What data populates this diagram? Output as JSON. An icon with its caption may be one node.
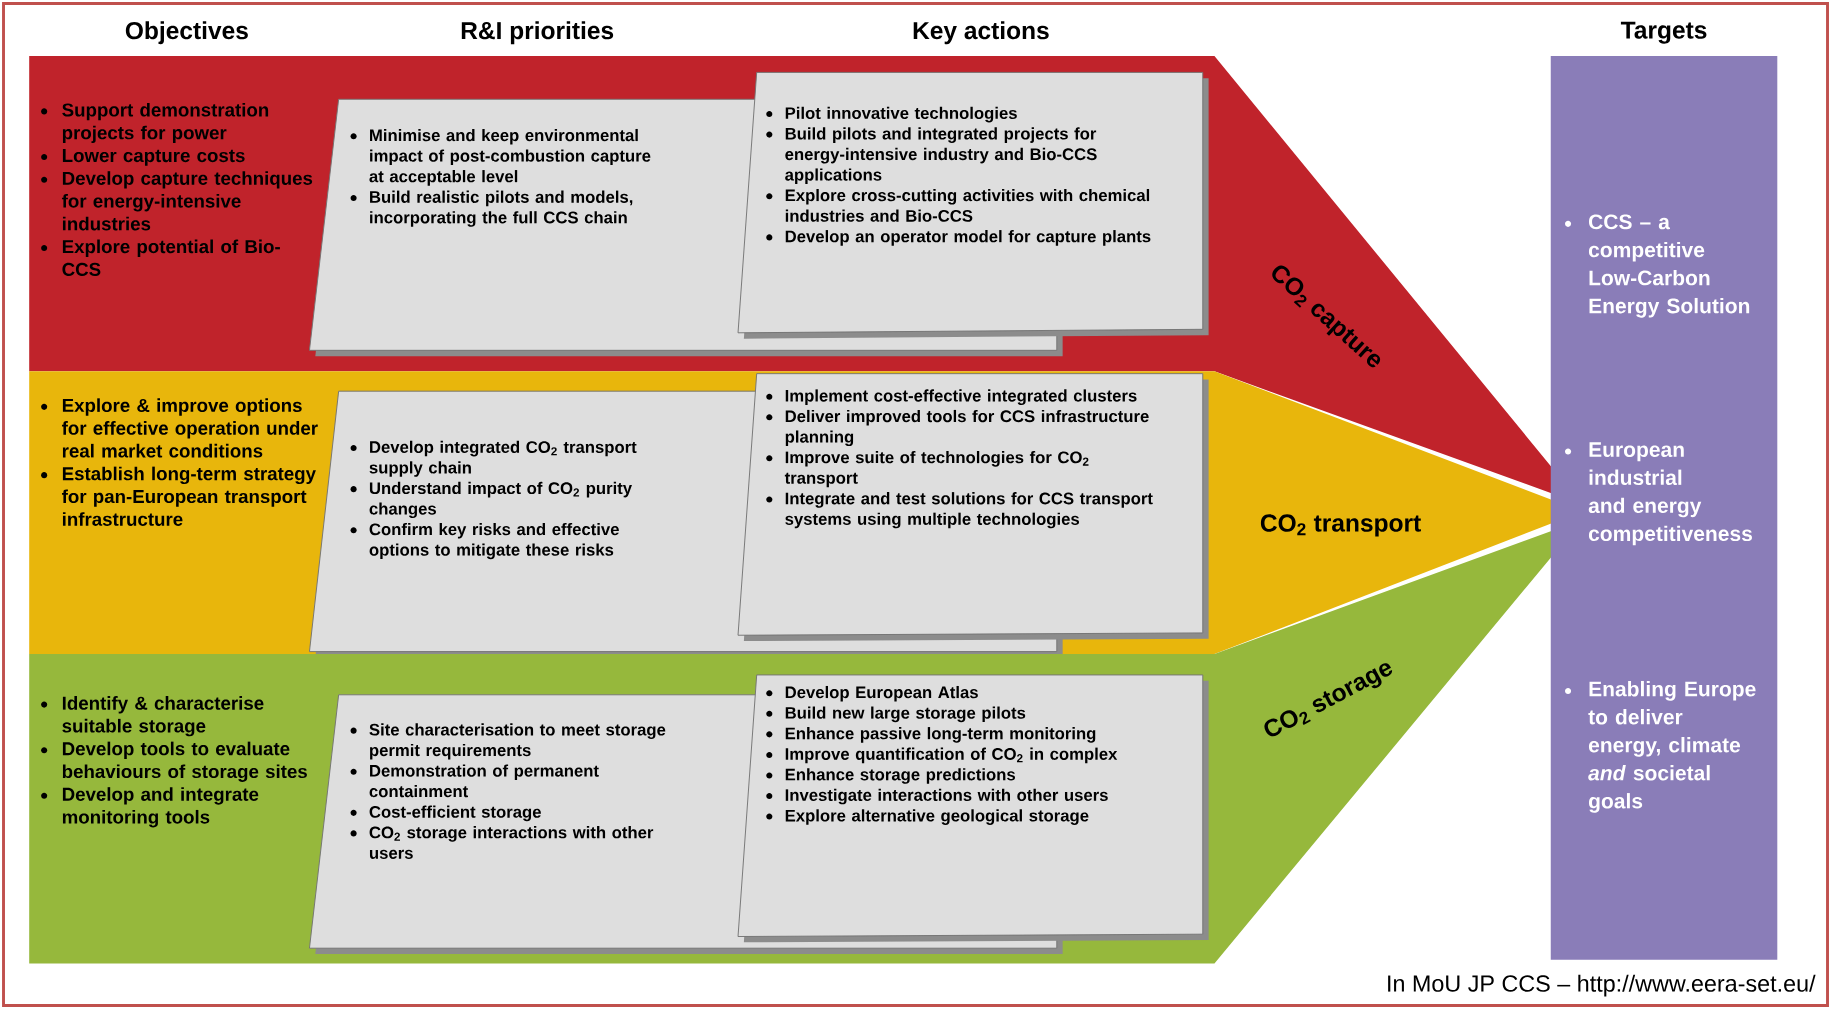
{
  "diagram": {
    "nodes": [
      {
        "text": [
          "Support demonstration projects for power",
          "Lower capture costs",
          "Develop capture techniques for energy-intensive industries",
          "Explore potential of Bio-CCS",
          "CO$_{2}$ capture"
        ]
      },
      {
        "text": [
          "Minimise and keep environmental impact of post-combustion capture at acceptable level",
          "Build realistic pilots and models, incorporating the full CCS chain"
        ],
        "in": 0
      },
      {
        "text": [
          "Pilot innovative technologies",
          "Build pilots and integrated projects for energy-intensive industry and Bio-CCS applications",
          "Explore cross-cutting activities with chemical industries and Bio-CCS",
          "Develop an operator model for capture plants"
        ],
        "in": 0
      },
      {
        "text": [
          "Explore & improve options for effective operation under real market conditions",
          "Establish long-term strategy for pan-European transport infrastructure",
          "CO$_{2}$ transport"
        ]
      },
      {
        "text": [
          "Develop integrated CO$_{2}$ transport supply chain",
          "Understand impact of CO$_{2}$ purity changes",
          "Confirm key risks and effective options to mitigate these risks"
        ],
        "in": 3
      },
      {
        "text": [
          "Implement cost-effective integrated clusters",
          "Deliver improved tools for CCS infrastructure planning",
          "Improve suite of technologies for CO$_{2}$ transport",
          "Integrate and test solutions for CCS transport systems using multiple technologies"
        ],
        "in": 3
      },
      {
        "text": [
          "Identify & characterise suitable storage",
          "Develop tools to evaluate behaviours of storage sites",
          "Develop and integrate monitoring tools",
          "CO$_{2}$ storage"
        ]
      },
      {
        "text": [
          "Site characterisation to meet storage permit requirements",
          "Demonstration of permanent containment",
          "Cost-efficient storage",
          "CO$_{2}$ storage interactions with other users"
        ],
        "in": 6
      },
      {
        "text": [
          "Develop European Atlas",
          "Build new large storage pilots",
          "Enhance passive long-term monitoring",
          "Improve quantification of CO$_{2}$ in complex",
          "Enhance storage predictions",
          "Investigate interactions with other users",
          "Explore alternative geological storage"
        ],
        "in": 6
      },
      {
        "text": [
          "CCS – a competitive Low-Carbon Energy Solution",
          "European industrial and energy competitiveness",
          "Enabling Europe to deliver energy, climate *and* societal goals"
        ]
      }
    ],
    "labels": [
      "Objectives",
      "R&I priorities",
      "Key actions",
      "Targets",
      "In MoU JP CCS – http://www.eera-set.eu/"
    ]
  }
}
